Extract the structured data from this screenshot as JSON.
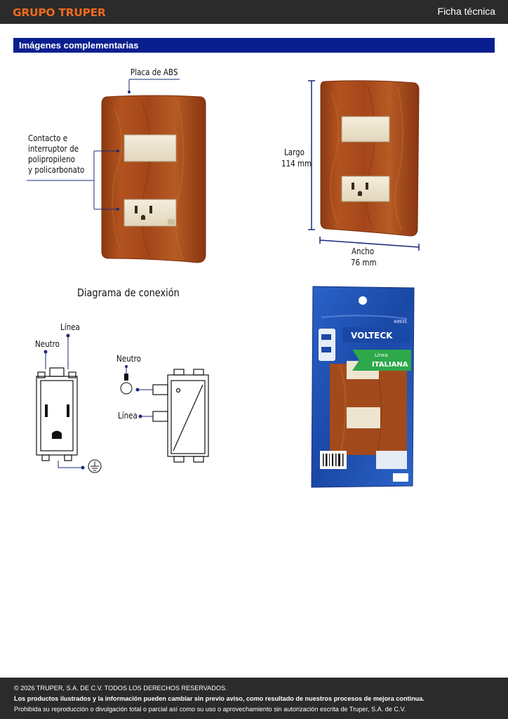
{
  "header": {
    "brand": "GRUPO TRUPER",
    "doc_type": "Ficha técnica"
  },
  "section": {
    "title": "Imágenes complementarias"
  },
  "labels": {
    "plate": "Placa de ABS",
    "contact_lines": [
      "Contacto e",
      "interruptor de",
      "polipropileno",
      "y policarbonato"
    ],
    "length": [
      "Largo",
      "114 mm"
    ],
    "width": [
      "Ancho",
      "76 mm"
    ]
  },
  "diagram": {
    "title": "Diagrama de conexión",
    "outlet_neutral": "Neutro",
    "outlet_line": "Línea",
    "switch_neutral": "Neutro",
    "switch_line": "Línea"
  },
  "package": {
    "brand": "VOLTECK",
    "line_small": "Línea",
    "line_name": "ITALIANA",
    "code": "49935"
  },
  "colors": {
    "header_bg": "#2b2b2b",
    "brand": "#f06a1c",
    "section_bar": "#0a1f8f",
    "wood": "#a8481a",
    "module": "#efe6d2",
    "callout": "#1a2a7a",
    "package_blue": "#1e50b4",
    "package_green": "#2ea84a"
  },
  "footer": {
    "copyright": "© 2026 TRUPER, S.A. DE C.V. TODOS LOS DERECHOS RESERVADOS.",
    "notice": "Los productos ilustrados y la información pueden cambiar sin previo aviso, como resultado de nuestros procesos de mejora continua.",
    "prohibition": "Prohibida su reproducción o divulgación total o parcial así como su uso o aprovechamiento sin autorización escrita de Truper, S.A. de C.V."
  }
}
